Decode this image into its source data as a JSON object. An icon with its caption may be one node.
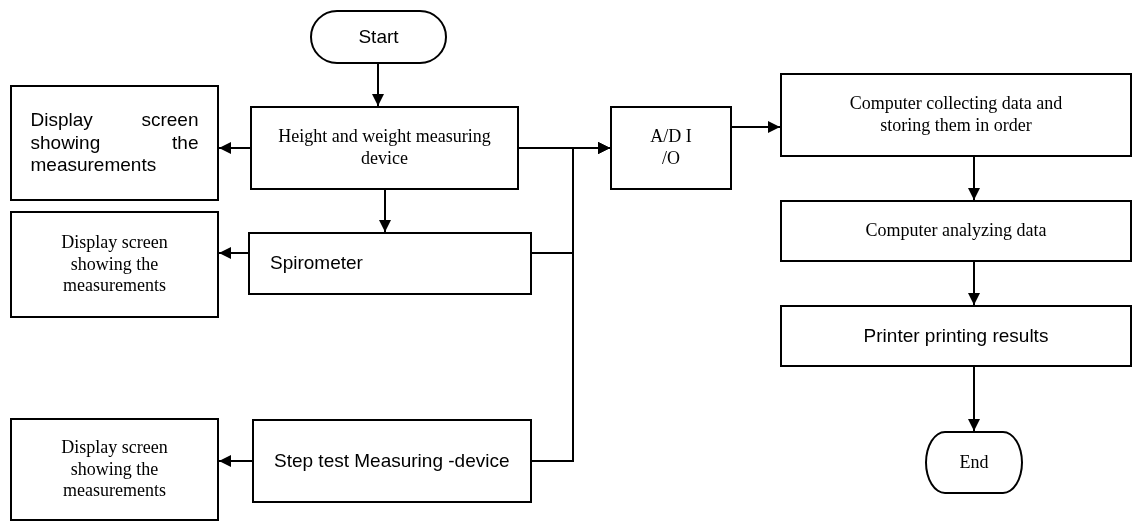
{
  "diagram": {
    "nodes": [
      {
        "text": [
          "Start"
        ]
      },
      {
        "text": [
          "Display screen showing the measurements"
        ]
      },
      {
        "text": [
          "Height and weight measuring device"
        ]
      },
      {
        "text": [
          "Display screen showing the measurements"
        ]
      },
      {
        "text": [
          "Spirometer"
        ]
      },
      {
        "text": [
          "Display screen showing the measurements"
        ]
      },
      {
        "text": [
          "Step test Measuring -device"
        ]
      },
      {
        "text": [
          "A/D I /O"
        ]
      },
      {
        "text": [
          "Computer collecting data and storing them in order"
        ]
      },
      {
        "text": [
          "Computer analyzing data"
        ]
      },
      {
        "text": [
          "Printer printing results"
        ]
      },
      {
        "text": [
          "End"
        ]
      }
    ],
    "edges": [
      {
        "from": 0,
        "to": 2,
        "arrow": "to"
      },
      {
        "from": 2,
        "to": 1,
        "arrow": "to"
      },
      {
        "from": 2,
        "to": 4,
        "arrow": "to"
      },
      {
        "from": 4,
        "to": 3,
        "arrow": "to"
      },
      {
        "from": 6,
        "to": 5,
        "arrow": "to"
      },
      {
        "from": 2,
        "to": 7,
        "arrow": "to"
      },
      {
        "from": 4,
        "to": 7,
        "arrow": "to"
      },
      {
        "from": 6,
        "to": 7,
        "arrow": "to"
      },
      {
        "from": 7,
        "to": 8,
        "arrow": "to"
      },
      {
        "from": 8,
        "to": 9,
        "arrow": "to"
      },
      {
        "from": 9,
        "to": 10,
        "arrow": "to"
      },
      {
        "from": 10,
        "to": 11,
        "arrow": "to"
      }
    ]
  }
}
